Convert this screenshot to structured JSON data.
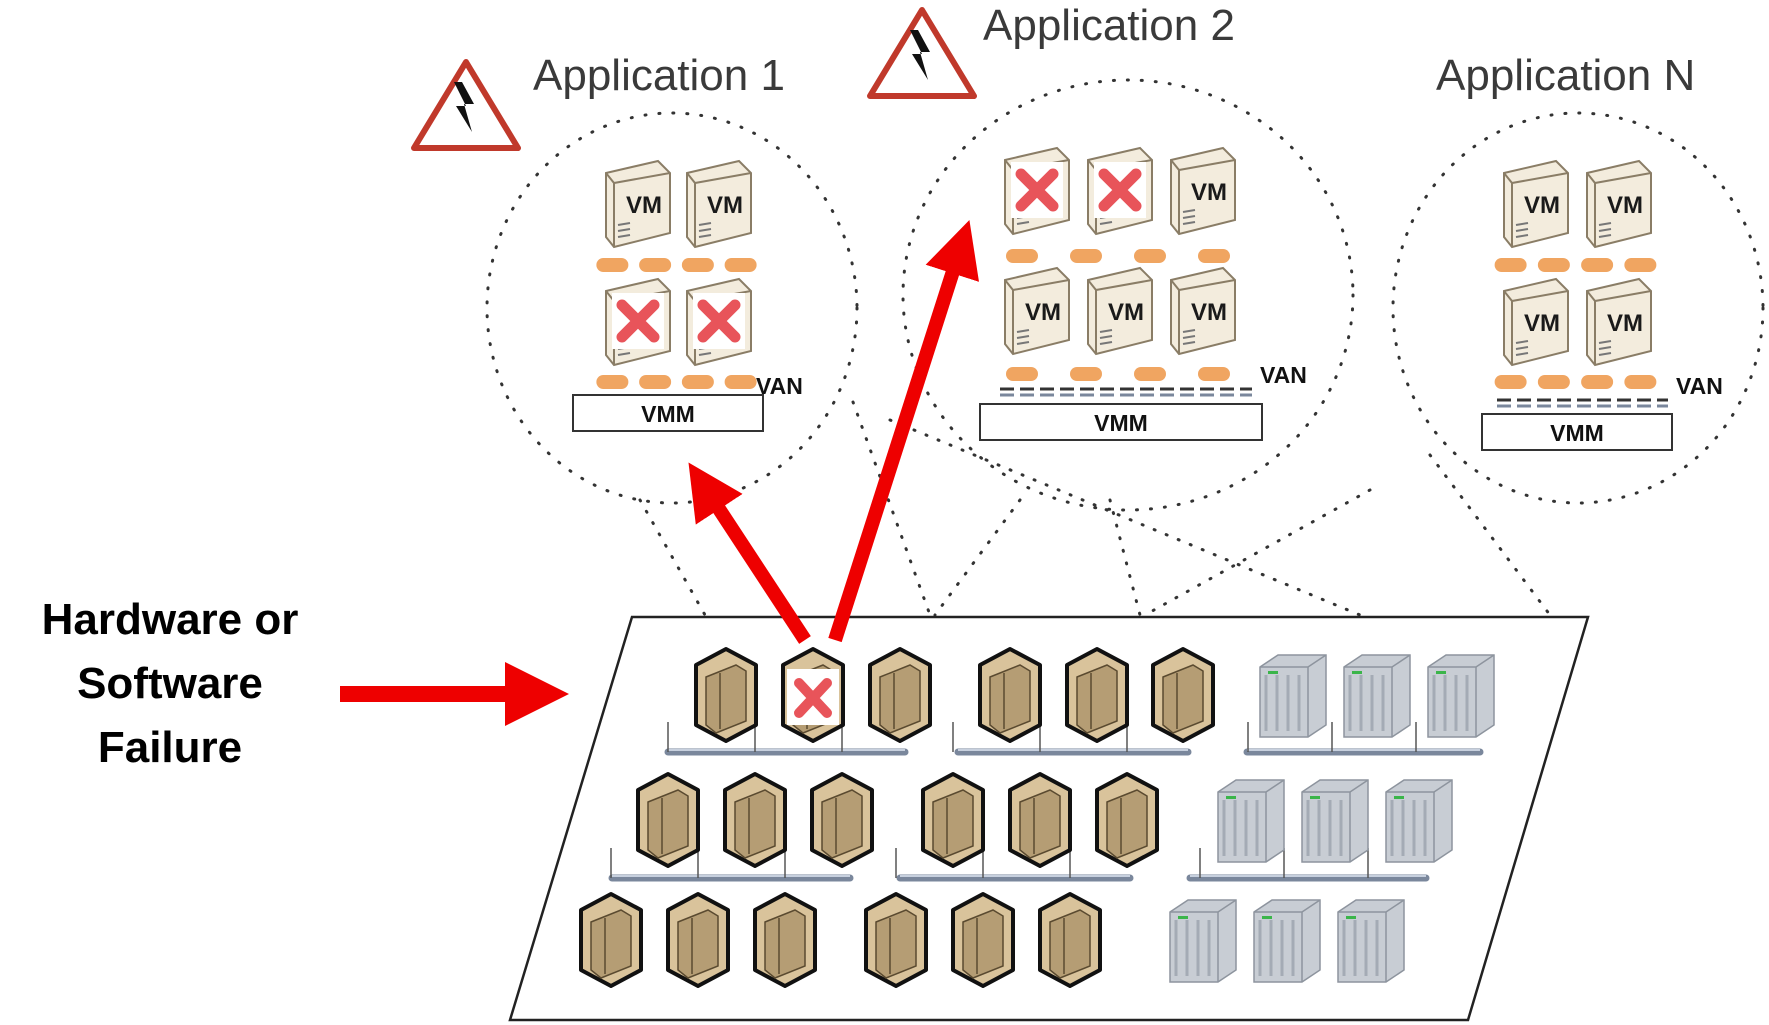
{
  "failure": {
    "lines": [
      "Hardware or",
      "Software",
      "Failure"
    ]
  },
  "applications": [
    {
      "name": "Application 1",
      "alert": true,
      "vm_label": "VM",
      "van_label": "VAN",
      "vmm_label": "VMM",
      "top_row": [
        "ok",
        "ok"
      ],
      "bottom_row": [
        "failed",
        "failed"
      ]
    },
    {
      "name": "Application 2",
      "alert": true,
      "vm_label": "VM",
      "van_label": "VAN",
      "vmm_label": "VMM",
      "top_row": [
        "failed",
        "failed",
        "ok"
      ],
      "bottom_row": [
        "ok",
        "ok",
        "ok"
      ]
    },
    {
      "name": "Application N",
      "alert": false,
      "vm_label": "VM",
      "van_label": "VAN",
      "vmm_label": "VMM",
      "top_row": [
        "ok",
        "ok"
      ],
      "bottom_row": [
        "ok",
        "ok"
      ]
    }
  ],
  "colors": {
    "arrow": "#ee0000",
    "alert_red": "#c0392b",
    "failure_x": "#e8545a",
    "link_dash": "#f0a561",
    "server_tan": "#d9c39b",
    "server_gray": "#c8cdd4",
    "bus": "#7a879c"
  }
}
